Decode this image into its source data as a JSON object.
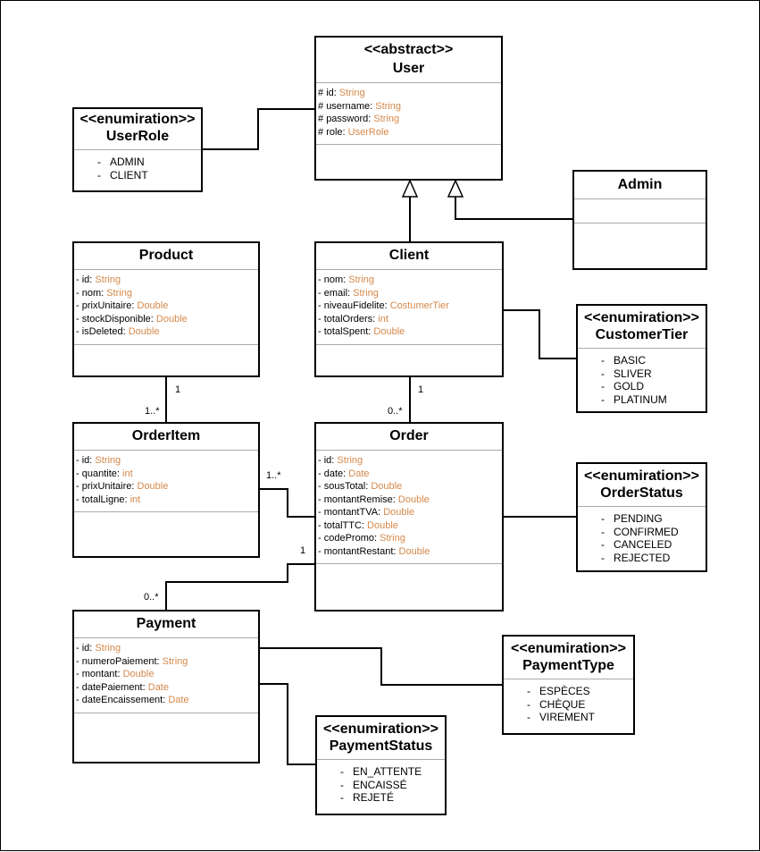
{
  "classes": {
    "user": {
      "stereotype": "<<abstract>>",
      "name": "User",
      "attributes": [
        {
          "vis": "#",
          "name": "id",
          "type": "String"
        },
        {
          "vis": "#",
          "name": "username",
          "type": "String"
        },
        {
          "vis": "#",
          "name": "password",
          "type": "String"
        },
        {
          "vis": "#",
          "name": "role",
          "type": "UserRole"
        }
      ]
    },
    "admin": {
      "name": "Admin"
    },
    "product": {
      "name": "Product",
      "attributes": [
        {
          "vis": "-",
          "name": "id",
          "type": "String"
        },
        {
          "vis": "-",
          "name": "nom",
          "type": "String"
        },
        {
          "vis": "-",
          "name": "prixUnitaire",
          "type": "Double"
        },
        {
          "vis": "-",
          "name": "stockDisponible",
          "type": "Double"
        },
        {
          "vis": "-",
          "name": "isDeleted",
          "type": "Double"
        }
      ]
    },
    "client": {
      "name": "Client",
      "attributes": [
        {
          "vis": "-",
          "name": "nom",
          "type": "String"
        },
        {
          "vis": "-",
          "name": "email",
          "type": "String"
        },
        {
          "vis": "-",
          "name": "niveauFidelite",
          "type": "CostumerTier"
        },
        {
          "vis": "-",
          "name": "totalOrders",
          "type": "int"
        },
        {
          "vis": "-",
          "name": "totalSpent",
          "type": "Double"
        }
      ]
    },
    "orderitem": {
      "name": "OrderItem",
      "attributes": [
        {
          "vis": "-",
          "name": "id",
          "type": "String"
        },
        {
          "vis": "-",
          "name": "quantite",
          "type": "int"
        },
        {
          "vis": "-",
          "name": "prixUnitaire",
          "type": "Double"
        },
        {
          "vis": "-",
          "name": "totalLigne",
          "type": "int"
        }
      ]
    },
    "order": {
      "name": "Order",
      "attributes": [
        {
          "vis": "-",
          "name": "id",
          "type": "String"
        },
        {
          "vis": "-",
          "name": "date",
          "type": "Date"
        },
        {
          "vis": "-",
          "name": "sousTotal",
          "type": "Double"
        },
        {
          "vis": "-",
          "name": "montantRemise",
          "type": "Double"
        },
        {
          "vis": "-",
          "name": "montantTVA",
          "type": "Double"
        },
        {
          "vis": "-",
          "name": "totalTTC",
          "type": "Double"
        },
        {
          "vis": "-",
          "name": "codePromo",
          "type": "String"
        },
        {
          "vis": "-",
          "name": "montantRestant",
          "type": "Double"
        }
      ]
    },
    "payment": {
      "name": "Payment",
      "attributes": [
        {
          "vis": "-",
          "name": "id",
          "type": "String"
        },
        {
          "vis": "-",
          "name": "numeroPaiement",
          "type": "String"
        },
        {
          "vis": "-",
          "name": "montant",
          "type": "Double"
        },
        {
          "vis": "-",
          "name": "datePaiement",
          "type": "Date"
        },
        {
          "vis": "-",
          "name": "dateEncaissement",
          "type": "Date"
        }
      ]
    }
  },
  "enums": {
    "userrole": {
      "stereotype": "<<enumiration>>",
      "name": "UserRole",
      "literals": [
        "ADMIN",
        "CLIENT"
      ]
    },
    "customertier": {
      "stereotype": "<<enumiration>>",
      "name": "CustomerTier",
      "literals": [
        "BASIC",
        "SLIVER",
        "GOLD",
        "PLATINUM"
      ]
    },
    "orderstatus": {
      "stereotype": "<<enumiration>>",
      "name": "OrderStatus",
      "literals": [
        "PENDING",
        "CONFIRMED",
        "CANCELED",
        "REJECTED"
      ]
    },
    "paymenttype": {
      "stereotype": "<<enumiration>>",
      "name": "PaymentType",
      "literals": [
        "ESPÈCES",
        "CHÈQUE",
        "VIREMENT"
      ]
    },
    "paymentstatus": {
      "stereotype": "<<enumiration>>",
      "name": "PaymentStatus",
      "literals": [
        "EN_ATTENTE",
        "ENCAISSÉ",
        "REJETÉ"
      ]
    }
  },
  "multiplicities": {
    "product_orderitem_top": "1",
    "product_orderitem_bottom": "1..*",
    "client_order_top": "1",
    "client_order_bottom": "0..*",
    "orderitem_order": "1..*",
    "order_payment_order": "1",
    "order_payment_payment": "0..*"
  }
}
